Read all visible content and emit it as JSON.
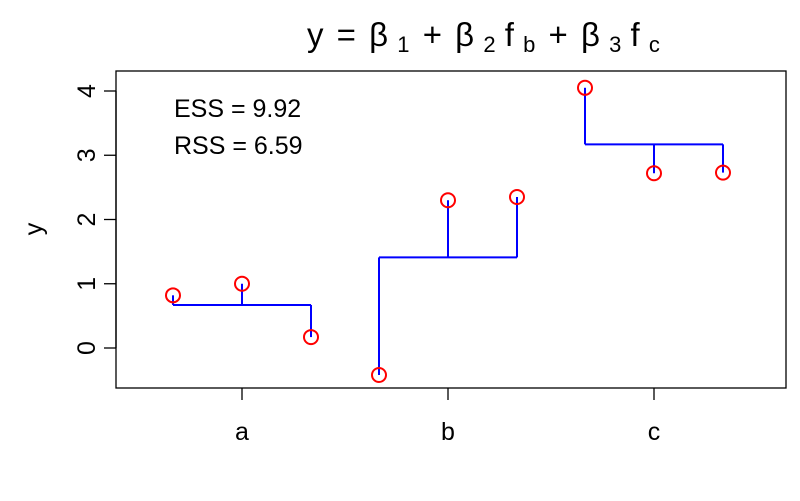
{
  "chart_data": {
    "type": "scatter",
    "title": {
      "lhs": "y",
      "eq": "=",
      "beta": "β",
      "sub1": "1",
      "plus": "+",
      "sub2": "2",
      "f": "f",
      "subb": "b",
      "sub3": "3",
      "subc": "c"
    },
    "ylabel": "y",
    "xlabel": "",
    "categories": [
      "a",
      "b",
      "c"
    ],
    "yticks": [
      "0",
      "1",
      "2",
      "3",
      "4"
    ],
    "ylim": [
      -0.6,
      4.2
    ],
    "annotations": [
      "ESS = 9.92",
      "RSS = 6.59"
    ],
    "points": [
      {
        "group": "a",
        "y": 0.82
      },
      {
        "group": "a",
        "y": 1.0
      },
      {
        "group": "a",
        "y": 0.17
      },
      {
        "group": "b",
        "y": -0.42
      },
      {
        "group": "b",
        "y": 2.3
      },
      {
        "group": "b",
        "y": 2.35
      },
      {
        "group": "c",
        "y": 4.05
      },
      {
        "group": "c",
        "y": 2.72
      },
      {
        "group": "c",
        "y": 2.73
      }
    ],
    "fitted": [
      {
        "group": "a",
        "y": 0.67
      },
      {
        "group": "b",
        "y": 1.41
      },
      {
        "group": "c",
        "y": 3.17
      }
    ],
    "colors": {
      "points": "#ff0000",
      "fit": "#0000ff",
      "axes": "#000000"
    },
    "grid": false
  }
}
